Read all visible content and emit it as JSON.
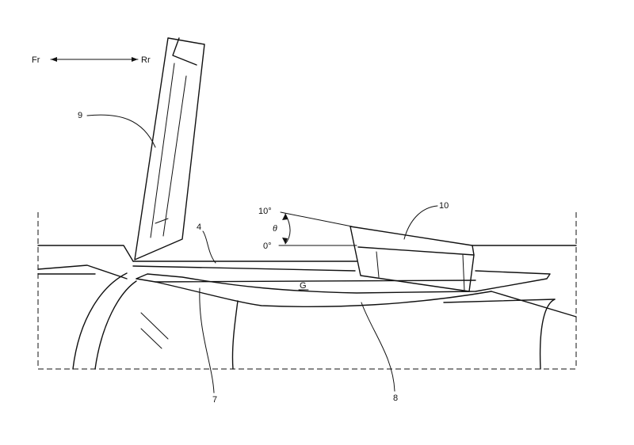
{
  "direction": {
    "front": "Fr",
    "rear": "Rr"
  },
  "labels": {
    "ref_9": "9",
    "ref_4": "4",
    "ref_10": "10",
    "ref_7": "7",
    "ref_8": "8",
    "ref_G": "G"
  },
  "angle": {
    "upper": "10°",
    "lower": "0°",
    "symbol": "θ"
  }
}
